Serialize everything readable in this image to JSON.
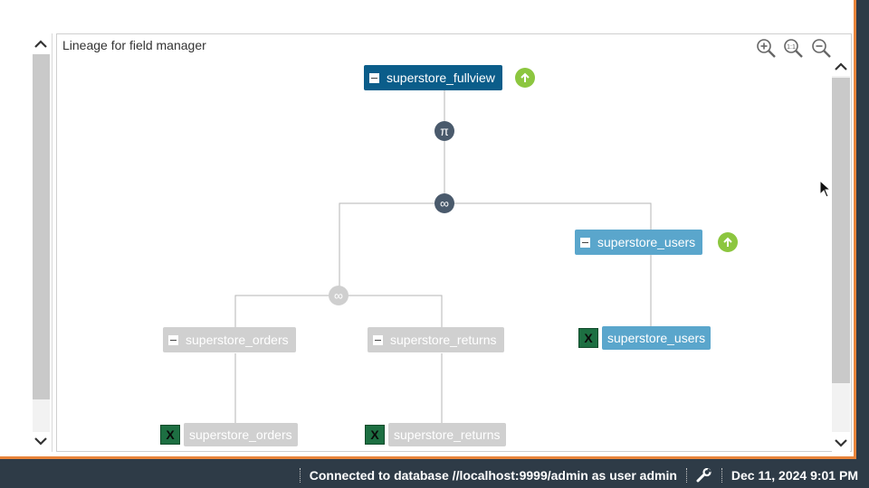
{
  "panel": {
    "title": "Lineage for field manager"
  },
  "nodes": {
    "fullview": "superstore_fullview",
    "users": "superstore_users",
    "orders": "superstore_orders",
    "returns": "superstore_returns"
  },
  "sources": {
    "orders": "superstore_orders",
    "returns": "superstore_returns",
    "users": "superstore_users"
  },
  "operators": {
    "projection": "π",
    "join": "∞"
  },
  "icons": {
    "zoom_in": "zoom-in-icon",
    "zoom_reset": "zoom-reset-icon",
    "zoom_out": "zoom-out-icon",
    "excel": "excel-icon",
    "up": "arrow-up-icon",
    "wrench": "wrench-icon"
  },
  "status": {
    "connection": "Connected to database //localhost:9999/admin as user admin",
    "datetime": "Dec 11, 2024 9:01 PM"
  },
  "colors": {
    "accent": "#e8843a",
    "node_dark": "#0b5d8a",
    "node_blue": "#5aa6cc",
    "node_gray": "#d0d0d0",
    "badge_green": "#8cc63f",
    "statusbar": "#2e3b47"
  }
}
